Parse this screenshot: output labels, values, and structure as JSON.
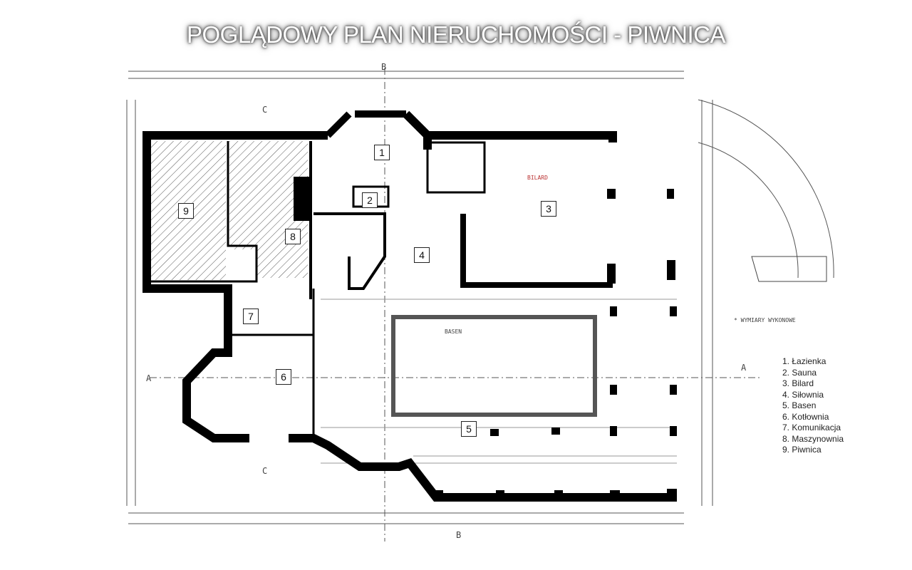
{
  "title": "POGLĄDOWY PLAN NIERUCHOMOŚCI - PIWNICA",
  "rooms": [
    {
      "number": "1",
      "name": "Łazienka"
    },
    {
      "number": "2",
      "name": "Sauna"
    },
    {
      "number": "3",
      "name": "Bilard"
    },
    {
      "number": "4",
      "name": "Siłownia"
    },
    {
      "number": "5",
      "name": "Basen"
    },
    {
      "number": "6",
      "name": "Kotłownia"
    },
    {
      "number": "7",
      "name": "Komunikacja"
    },
    {
      "number": "8",
      "name": "Maszynownia"
    },
    {
      "number": "9",
      "name": "Piwnica"
    }
  ],
  "legend": [
    "1. Łazienka",
    "2. Sauna",
    "3. Bilard",
    "4. Siłownia",
    "5. Basen",
    "6. Kotłownia",
    "7. Komunikacja",
    "8. Maszynownia",
    "9. Piwnica"
  ],
  "plan_labels": {
    "bilard": "BILARD",
    "basen": "BASEN",
    "section_a": "A",
    "section_b": "B",
    "section_c": "C",
    "note": "* WYMIARY WYKONOWE"
  },
  "colors": {
    "wall": "#000000",
    "annotation": "#b33333",
    "line": "#444444"
  }
}
